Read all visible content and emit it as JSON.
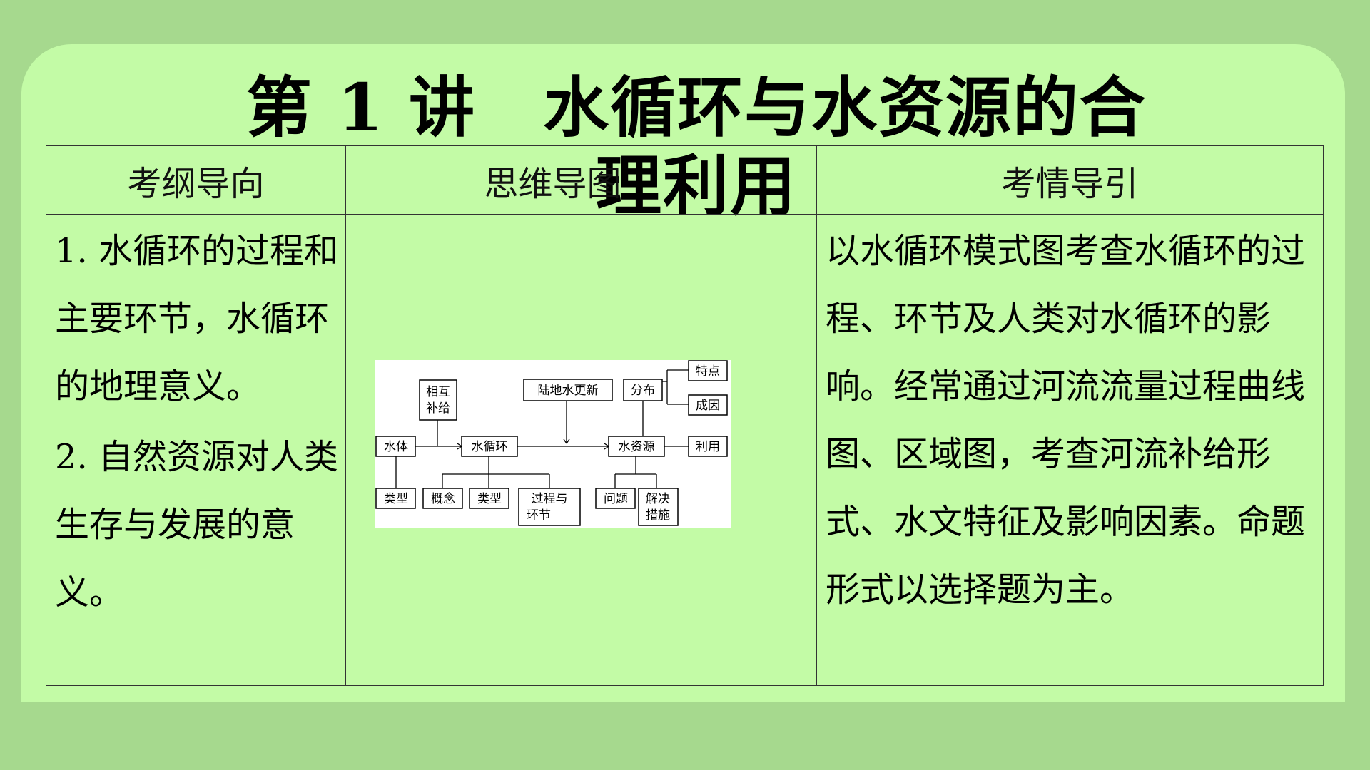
{
  "title": "第 1 讲　水循环与水资源的合理利用",
  "table": {
    "headers": [
      "考纲导向",
      "思维导图",
      "考情导引"
    ],
    "guide_items": [
      "1. 水循环的过程和主要环节，水循环的地理意义。",
      "2. 自然资源对人类生存与发展的意义。"
    ],
    "situation_text": "以水循环模式图考查水循环的过程、环节及人类对水循环的影响。经常通过河流流量过程曲线图、区域图，考查河流补给形式、水文特征及影响因素。命题形式以选择题为主。"
  },
  "mindmap": {
    "nodes": {
      "mutual": [
        "相互",
        "补给"
      ],
      "land_update": "陆地水更新",
      "distribution": "分布",
      "features": "特点",
      "causes": "成因",
      "water_body": "水体",
      "water_cycle": "水循环",
      "water_resource": "水资源",
      "use": "利用",
      "types1": "类型",
      "concept": "概念",
      "types2": "类型",
      "process": [
        "过程与",
        "环节"
      ],
      "problem": "问题",
      "solve": [
        "解决",
        "措施"
      ]
    }
  }
}
